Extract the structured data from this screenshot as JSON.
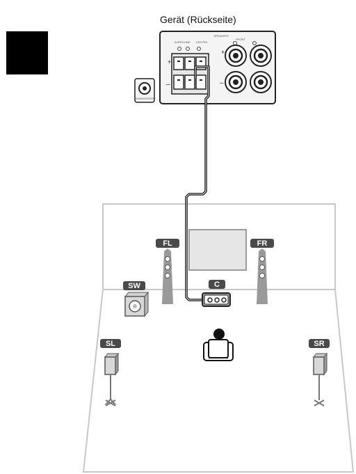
{
  "header": {
    "title": "Gerät (Rückseite)"
  },
  "receiver_panel": {
    "speakers_label": "SPEAKERS",
    "surround_label": "SURROUND",
    "center_label": "CENTER",
    "front_label": "FRONT",
    "subwoofer_out_label": "SUBWOOFER",
    "plus": "+",
    "minus": "–"
  },
  "speakers": {
    "front_left": "FL",
    "front_right": "FR",
    "center": "C",
    "subwoofer": "SW",
    "surround_left": "SL",
    "surround_right": "SR"
  },
  "colors": {
    "label_bg": "#4a4a4a",
    "speaker_gray": "#9a9a9a",
    "line": "#111111",
    "panel_bg": "#f4f4f4"
  }
}
